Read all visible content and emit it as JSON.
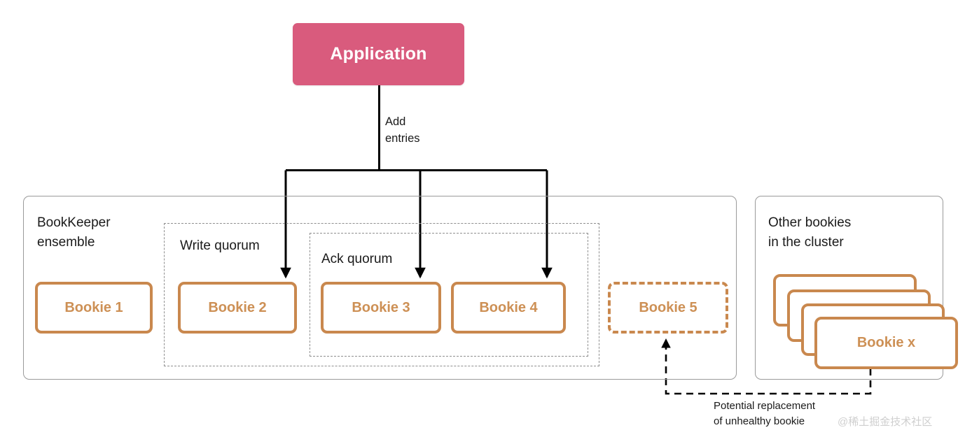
{
  "diagram": {
    "title": "BookKeeper write path with ensemble, write quorum and ack quorum",
    "colors": {
      "application_fill": "#d95b7d",
      "application_text": "#ffffff",
      "bookie_border": "#c9884e",
      "bookie_text": "#cd9055",
      "group_border": "#9a9a9a",
      "quorum_border": "#8e8e8e",
      "arrow": "#000000",
      "watermark_text": "#cfcfcf"
    }
  },
  "application": {
    "label": "Application"
  },
  "edges": {
    "add_entries_label": "Add\nentries",
    "callout_note": "Potential  replacement\nof unhealthy bookie"
  },
  "ensemble": {
    "title": "BookKeeper\nensemble",
    "bookies": [
      {
        "label": "Bookie 1",
        "style": "solid"
      },
      {
        "label": "Bookie 2",
        "style": "solid"
      },
      {
        "label": "Bookie 3",
        "style": "solid"
      },
      {
        "label": "Bookie 4",
        "style": "solid"
      },
      {
        "label": "Bookie 5",
        "style": "dashed"
      }
    ]
  },
  "quorums": [
    {
      "name": "write-quorum",
      "label": "Write quorum",
      "members": [
        "Bookie 2",
        "Bookie 3",
        "Bookie 4"
      ]
    },
    {
      "name": "ack-quorum",
      "label": "Ack quorum",
      "members": [
        "Bookie 3",
        "Bookie 4"
      ]
    }
  ],
  "other_bookies": {
    "title": "Other bookies\nin the cluster",
    "front_card_label": "Bookie x",
    "card_count": 4
  },
  "watermark": {
    "text": "@稀土掘金技术社区"
  }
}
